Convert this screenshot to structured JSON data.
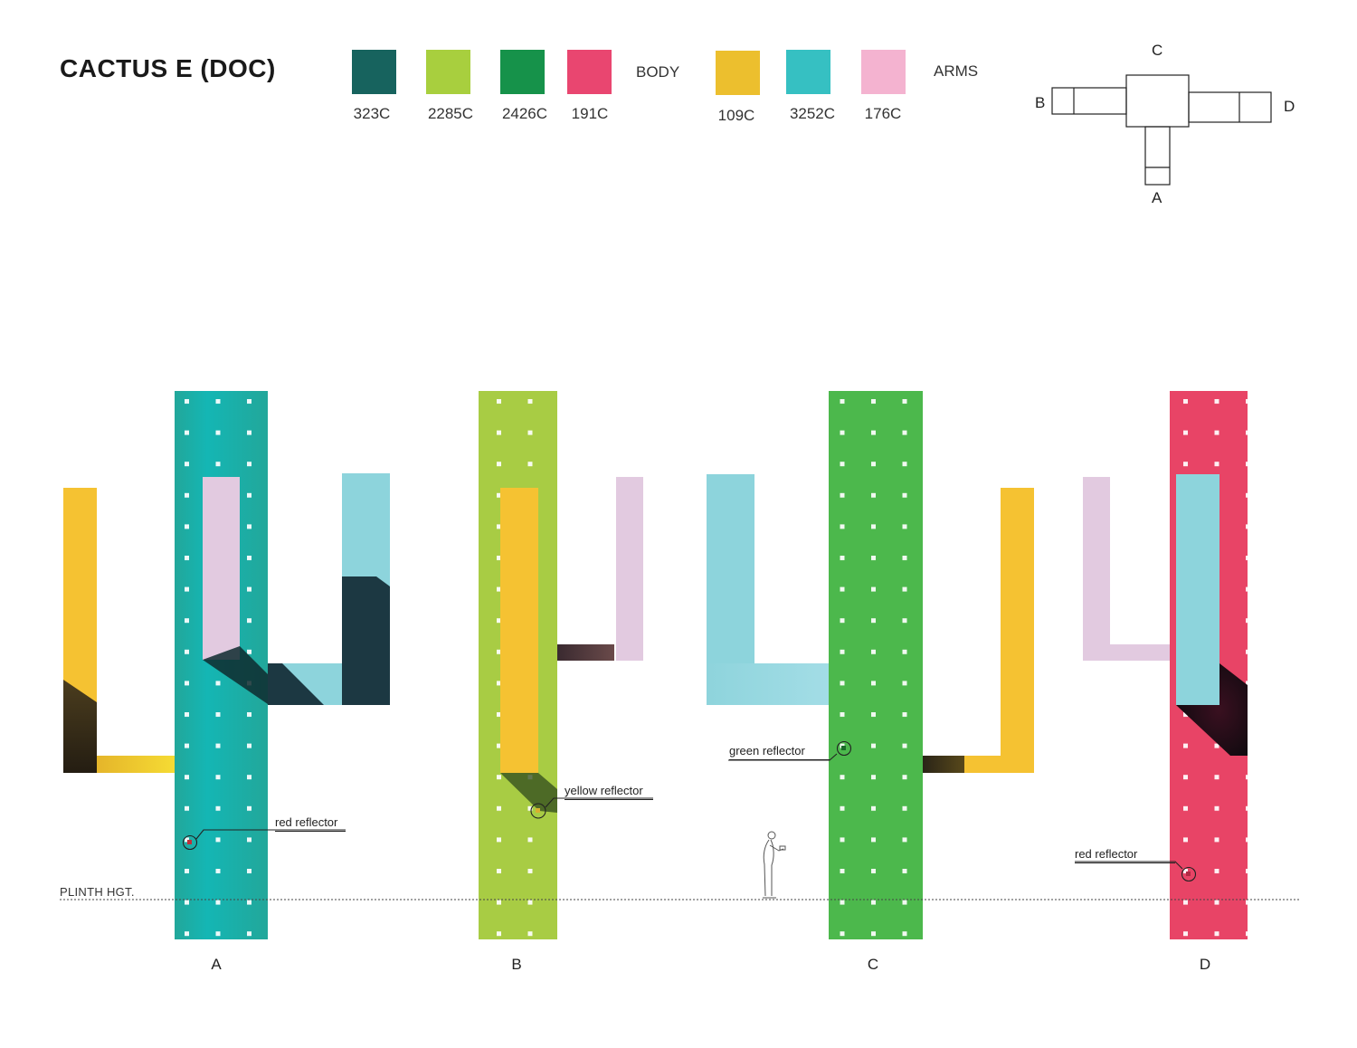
{
  "title": "CACTUS E (DOC)",
  "palette": {
    "body_label": "BODY",
    "arms_label": "ARMS",
    "body": [
      {
        "code": "323C",
        "color": "#17635e"
      },
      {
        "code": "2285C",
        "color": "#a8cf3e"
      },
      {
        "code": "2426C",
        "color": "#16924a"
      },
      {
        "code": "191C",
        "color": "#e94670"
      }
    ],
    "arms": [
      {
        "code": "109C",
        "color": "#ecbf2e"
      },
      {
        "code": "3252C",
        "color": "#36c0c2"
      },
      {
        "code": "176C",
        "color": "#f4b3d0"
      }
    ]
  },
  "plan": {
    "top": "C",
    "left": "B",
    "right": "D",
    "bottom": "A"
  },
  "plinth_label": "PLINTH HGT.",
  "views": [
    "A",
    "B",
    "C",
    "D"
  ],
  "callouts": {
    "a": "red reflector",
    "b": "yellow reflector",
    "c": "green reflector",
    "d": "red reflector"
  },
  "elevation_colors": {
    "a_body": "#22a79a",
    "b_body": "#a8cc44",
    "c_body": "#4cb84c",
    "d_body": "#e84466",
    "yellow": "#f5c232",
    "blue": "#8dd4dc",
    "pink": "#e2cae0",
    "dark": "#1c3842"
  }
}
